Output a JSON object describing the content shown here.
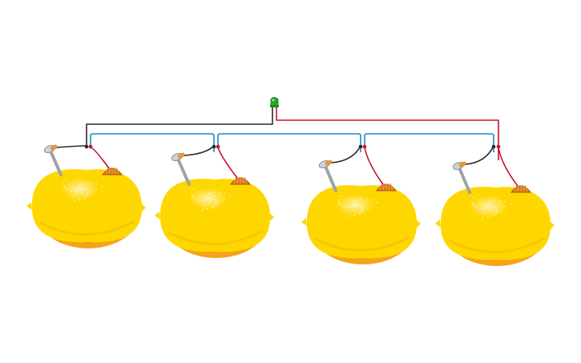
{
  "diagram": {
    "cells": [
      {
        "id": "lemon-1",
        "anode": "nail",
        "cathode": "copper-coin"
      },
      {
        "id": "lemon-2",
        "anode": "nail",
        "cathode": "copper-coin"
      },
      {
        "id": "lemon-3",
        "anode": "nail",
        "cathode": "copper-coin"
      },
      {
        "id": "lemon-4",
        "anode": "nail",
        "cathode": "copper-coin"
      }
    ],
    "load": {
      "type": "led",
      "color": "#22aa22"
    },
    "wire_colors": {
      "negative": "#2a2a2a",
      "positive": "#c8102e",
      "link": "#1a8ac8"
    },
    "colors": {
      "lemon": "#ffd700",
      "lemon_shadow": "#f2b800",
      "lemon_peel_underside": "#f5a31a",
      "nail": "#9ea3a8",
      "nail_head_clip": "#e9943a",
      "copper": "#d97a1e"
    }
  }
}
